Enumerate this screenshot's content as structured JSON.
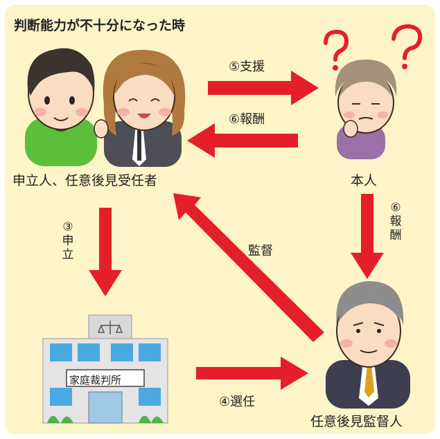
{
  "title": "判断能力が不十分になった時",
  "nodes": {
    "applicants": "申立人、任意後見受任者",
    "principal": "本人",
    "court": "家庭裁判所",
    "supervisor": "任意後見監督人"
  },
  "edges": {
    "support": "⑤支援",
    "fee_to_applicant": "⑥報酬",
    "fee_to_supervisor": [
      "⑥",
      "報",
      "酬"
    ],
    "petition": [
      "③",
      "申",
      "立"
    ],
    "oversight": "監督",
    "appointment": "④選任"
  },
  "colors": {
    "background": "#fdf4c8",
    "arrow": "#e51f2a"
  }
}
